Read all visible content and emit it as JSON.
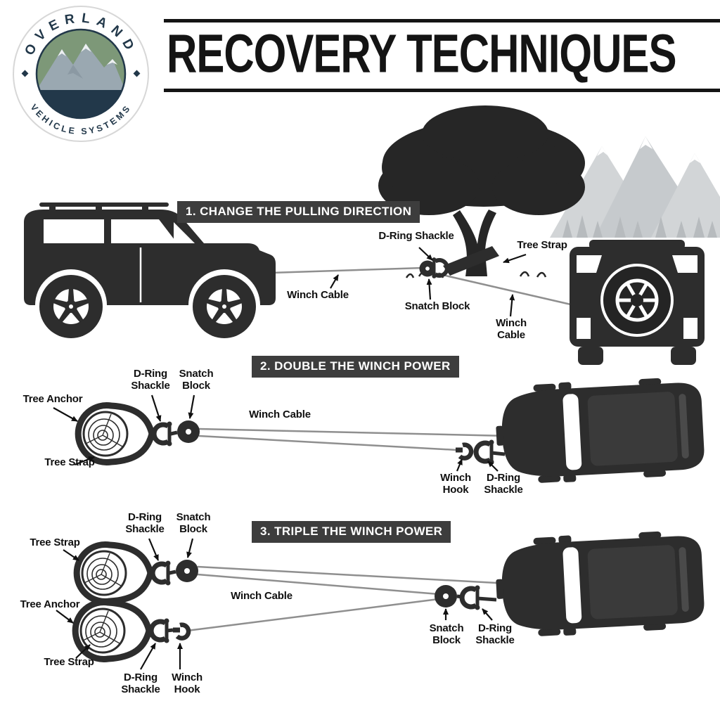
{
  "brand": {
    "logo_top": "OVERLAND",
    "logo_bottom": "VEHICLE SYSTEMS"
  },
  "title": "RECOVERY TECHNIQUES",
  "sections": [
    {
      "number": "1",
      "heading": "1. CHANGE THE PULLING DIRECTION",
      "labels": [
        {
          "text": "D-Ring Shackle"
        },
        {
          "text": "Tree Strap"
        },
        {
          "text": "Winch Cable"
        },
        {
          "text": "Snatch Block"
        },
        {
          "text": "Winch Cable"
        }
      ]
    },
    {
      "number": "2",
      "heading": "2. DOUBLE THE WINCH POWER",
      "labels": [
        {
          "text": "Tree Anchor"
        },
        {
          "text": "D-Ring Shackle"
        },
        {
          "text": "Snatch Block"
        },
        {
          "text": "Winch Cable"
        },
        {
          "text": "Tree Strap"
        },
        {
          "text": "Winch Hook"
        },
        {
          "text": "D-Ring Shackle"
        }
      ]
    },
    {
      "number": "3",
      "heading": "3. TRIPLE THE WINCH POWER",
      "labels": [
        {
          "text": "Tree Strap"
        },
        {
          "text": "D-Ring Shackle"
        },
        {
          "text": "Snatch Block"
        },
        {
          "text": "Winch Cable"
        },
        {
          "text": "Tree Anchor"
        },
        {
          "text": "Tree Strap"
        },
        {
          "text": "D-Ring Shackle"
        },
        {
          "text": "Winch Hook"
        },
        {
          "text": "Snatch Block"
        },
        {
          "text": "D-Ring Shackle"
        }
      ]
    }
  ],
  "colors": {
    "ink": "#2d2d2d",
    "cable_gray": "#8f8f8f",
    "heading_bg": "#3d3d3d",
    "heading_text": "#ffffff",
    "logo_navy": "#22384a",
    "logo_green": "#7d9878",
    "mountain_gray": "#c9cdd0"
  }
}
